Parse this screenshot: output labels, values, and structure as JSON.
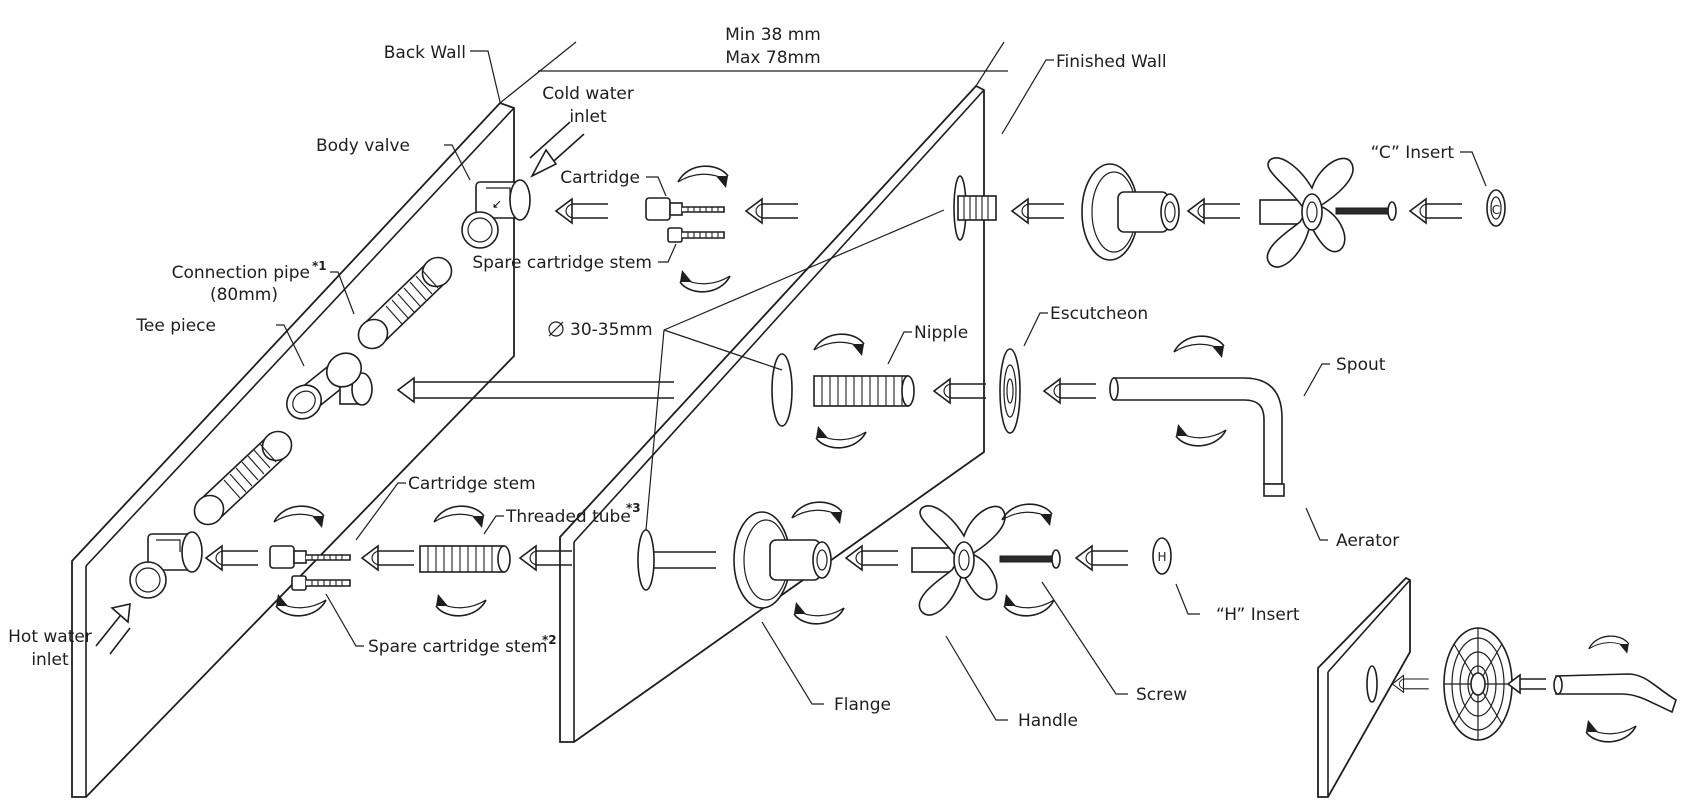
{
  "labels": {
    "back_wall": "Back Wall",
    "min_depth": "Min 38 mm",
    "max_depth": "Max 78mm",
    "finished_wall": "Finished Wall",
    "cold_water_inlet_1": "Cold water",
    "cold_water_inlet_2": "inlet",
    "body_valve": "Body valve",
    "cartridge": "Cartridge",
    "spare_cartridge_stem_top": "Spare cartridge stem",
    "c_insert": "“C” Insert",
    "connection_pipe_1": "Connection pipe",
    "connection_pipe_2": "(80mm)",
    "connection_pipe_note": "*1",
    "tee_piece": "Tee piece",
    "diameter": "30-35mm",
    "nipple": "Nipple",
    "escutcheon": "Escutcheon",
    "spout": "Spout",
    "cartridge_stem": "Cartridge stem",
    "threaded_tube": "Threaded tube",
    "threaded_tube_note": "*3",
    "aerator": "Aerator",
    "hot_water_inlet_1": "Hot water",
    "hot_water_inlet_2": "inlet",
    "spare_cartridge_stem_bottom": "Spare cartridge stem",
    "spare_cartridge_stem_note": "*2",
    "h_insert": "“H” Insert",
    "flange": "Flange",
    "handle": "Handle",
    "screw": "Screw"
  },
  "insert_letters": {
    "c": "C",
    "h": "H"
  },
  "colors": {
    "ink": "#1e1e1e",
    "background": "#ffffff"
  }
}
